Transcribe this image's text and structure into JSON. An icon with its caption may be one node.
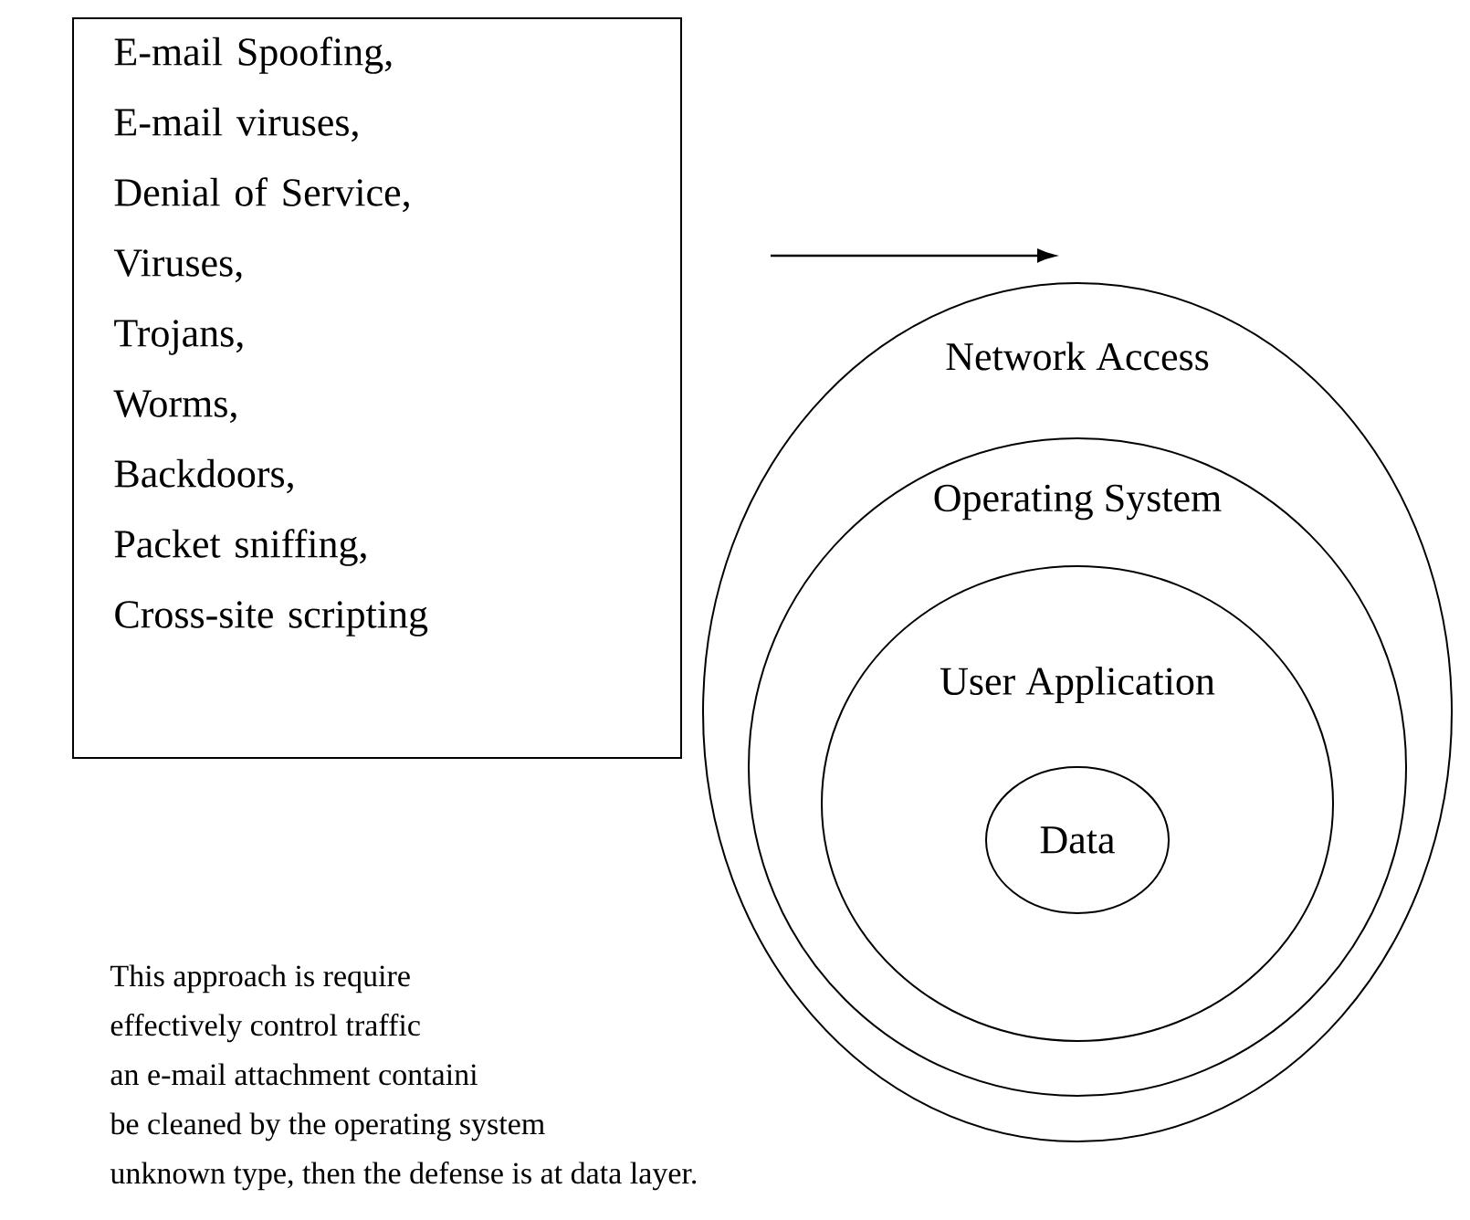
{
  "diagram": {
    "nodes": [
      {
        "text": [
          "E-mail Spoofing,",
          "E-mail viruses,",
          "Denial of Service,",
          "Viruses,",
          "Trojans,",
          "Worms,",
          "Backdoors,",
          "Packet sniffing,",
          "Cross-site scripting"
        ]
      },
      {
        "text": [
          "Network Access"
        ]
      },
      {
        "text": [
          "Operating System"
        ],
        "in": 1
      },
      {
        "text": [
          "User Application"
        ],
        "in": 2
      },
      {
        "text": [
          "Data"
        ],
        "in": 3
      }
    ],
    "edges": [],
    "labels": [
      "This approach is require",
      "effectively control traffic",
      "an e-mail attachment containi",
      "be cleaned by the operating system",
      "unknown type, then the defense is at data layer."
    ]
  }
}
